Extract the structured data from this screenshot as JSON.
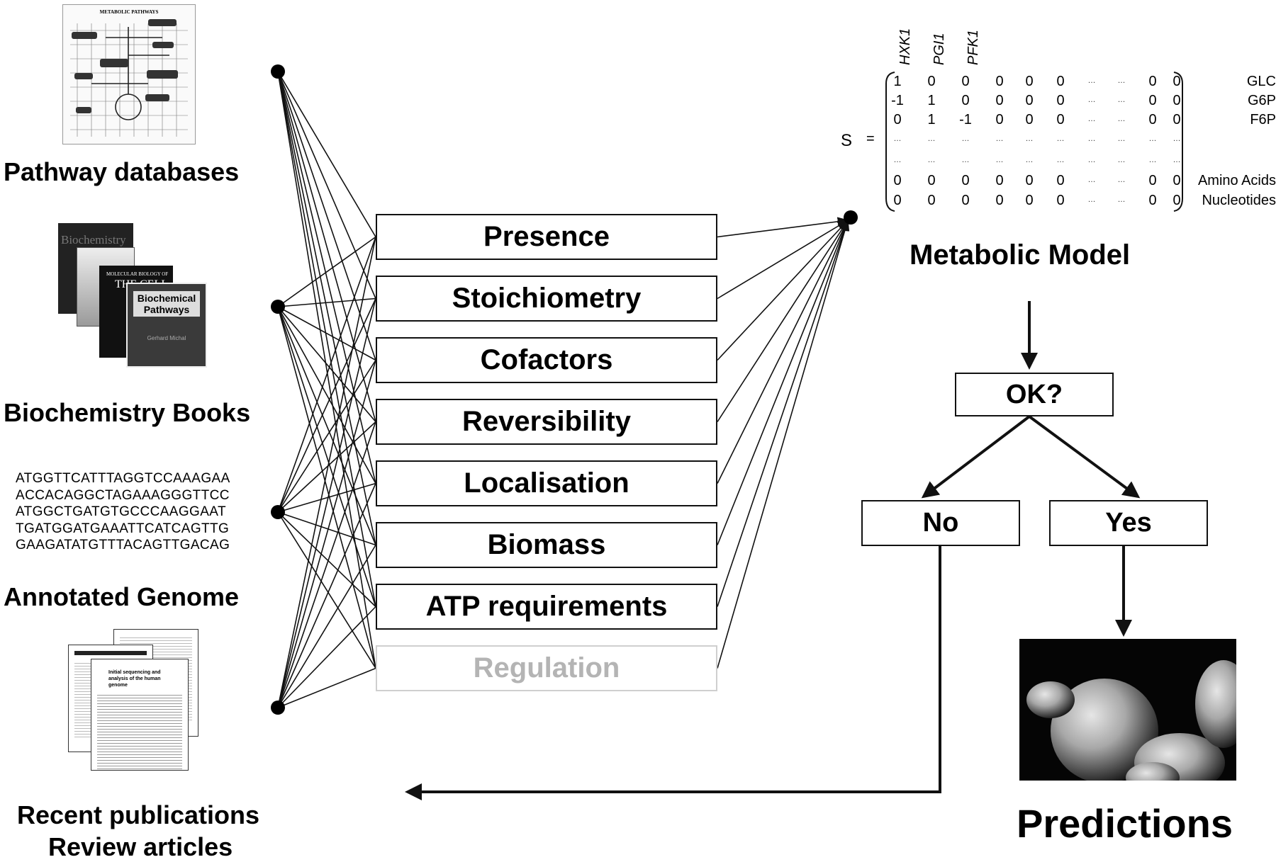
{
  "sources": [
    {
      "label": "Pathway databases",
      "icon": "pathway-map-icon"
    },
    {
      "label": "Biochemistry Books",
      "icon": "books-icon"
    },
    {
      "label": "Annotated Genome",
      "icon": "dna-sequence-icon"
    },
    {
      "label_line1": "Recent publications",
      "label_line2": "Review articles",
      "icon": "publications-icon"
    }
  ],
  "genome_sequence": [
    "ATGGTTCATTTAGGTCCAAAGAA",
    "ACCACAGGCTAGAAAGGGTTCC",
    "ATGGCTGATGTGCCCAAGGAAT",
    "TGATGGATGAAATTCATCAGTTG",
    "GAAGATATGTTTACAGTTGACAG"
  ],
  "book_titles": {
    "book1": "Biochemistry",
    "book2_small": "MOLECULAR BIOLOGY OF",
    "book2": "THE CELL",
    "book3_line1": "Biochemical",
    "book3_line2": "Pathways",
    "book3_author": "Gerhard Michal"
  },
  "pathway_map_title": "METABOLIC PATHWAYS",
  "publication_title": "Initial sequencing and analysis of the human genome",
  "criteria": [
    {
      "label": "Presence",
      "faded": false
    },
    {
      "label": "Stoichiometry",
      "faded": false
    },
    {
      "label": "Cofactors",
      "faded": false
    },
    {
      "label": "Reversibility",
      "faded": false
    },
    {
      "label": "Localisation",
      "faded": false
    },
    {
      "label": "Biomass",
      "faded": false
    },
    {
      "label": "ATP requirements",
      "faded": false
    },
    {
      "label": "Regulation",
      "faded": true
    }
  ],
  "matrix": {
    "symbol": "S",
    "equals": "=",
    "genes": [
      "HXK1",
      "PGI1",
      "PFK1"
    ],
    "rows": [
      {
        "metabolite": "GLC",
        "values": [
          "1",
          "0",
          "0",
          "0",
          "0",
          "0",
          "…",
          "…",
          "0",
          "0"
        ]
      },
      {
        "metabolite": "G6P",
        "values": [
          "-1",
          "1",
          "0",
          "0",
          "0",
          "0",
          "…",
          "…",
          "0",
          "0"
        ]
      },
      {
        "metabolite": "F6P",
        "values": [
          "0",
          "1",
          "-1",
          "0",
          "0",
          "0",
          "…",
          "…",
          "0",
          "0"
        ]
      },
      {
        "metabolite": "",
        "values": [
          "…",
          "…",
          "…",
          "…",
          "…",
          "…",
          "…",
          "…",
          "…",
          "…"
        ]
      },
      {
        "metabolite": "",
        "values": [
          "…",
          "…",
          "…",
          "…",
          "…",
          "…",
          "…",
          "…",
          "…",
          "…"
        ]
      },
      {
        "metabolite": "Amino Acids",
        "values": [
          "0",
          "0",
          "0",
          "0",
          "0",
          "0",
          "…",
          "…",
          "0",
          "0"
        ]
      },
      {
        "metabolite": "Nucleotides",
        "values": [
          "0",
          "0",
          "0",
          "0",
          "0",
          "0",
          "…",
          "…",
          "0",
          "0"
        ]
      }
    ]
  },
  "model_label": "Metabolic Model",
  "decision": {
    "question": "OK?",
    "no": "No",
    "yes": "Yes"
  },
  "predictions_label": "Predictions",
  "colors": {
    "line": "#111111",
    "faded_text": "#b4b4b4",
    "faded_border": "#cfcfcf"
  }
}
